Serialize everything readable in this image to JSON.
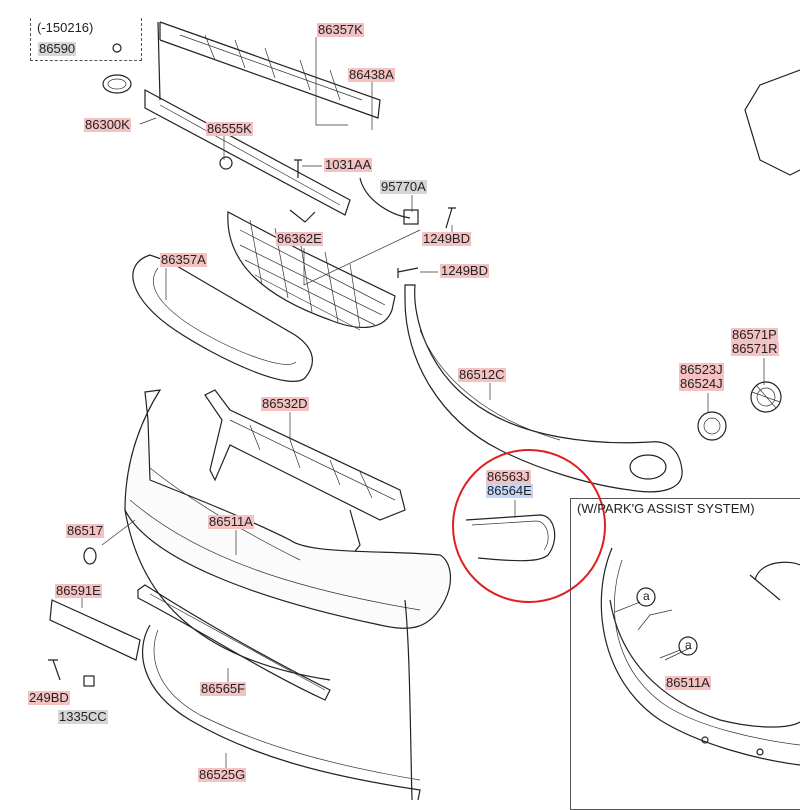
{
  "labels": {
    "date_note": "(-150216)",
    "p86590": "86590",
    "p86357K": "86357K",
    "p86438A": "86438A",
    "p86300K": "86300K",
    "p86555K": "86555K",
    "p1031AA": "1031AA",
    "p95770A": "95770A",
    "p1249BD_a": "1249BD",
    "p86362E": "86362E",
    "p1249BD_b": "1249BD",
    "p86357A": "86357A",
    "p86512C": "86512C",
    "p86571P": "86571P",
    "p86571R": "86571R",
    "p86523J": "86523J",
    "p86524J": "86524J",
    "p86532D": "86532D",
    "p86563J": "86563J",
    "p86564E": "86564E",
    "p86517": "86517",
    "p86511A": "86511A",
    "p86591E": "86591E",
    "p249BD": "249BD",
    "p1335CC": "1335CC",
    "p86565F": "86565F",
    "p86525G": "86525G",
    "park_title": "(W/PARK'G ASSIST SYSTEM)",
    "p86511A_inset": "86511A",
    "ref_a1": "a",
    "ref_a2": "a"
  },
  "colors": {
    "part_label_bg": "#f4c2c2",
    "grey_label_bg": "#d6d6d6",
    "selected_label_bg": "#c3d6f4",
    "callout_circle": "#e02020"
  }
}
